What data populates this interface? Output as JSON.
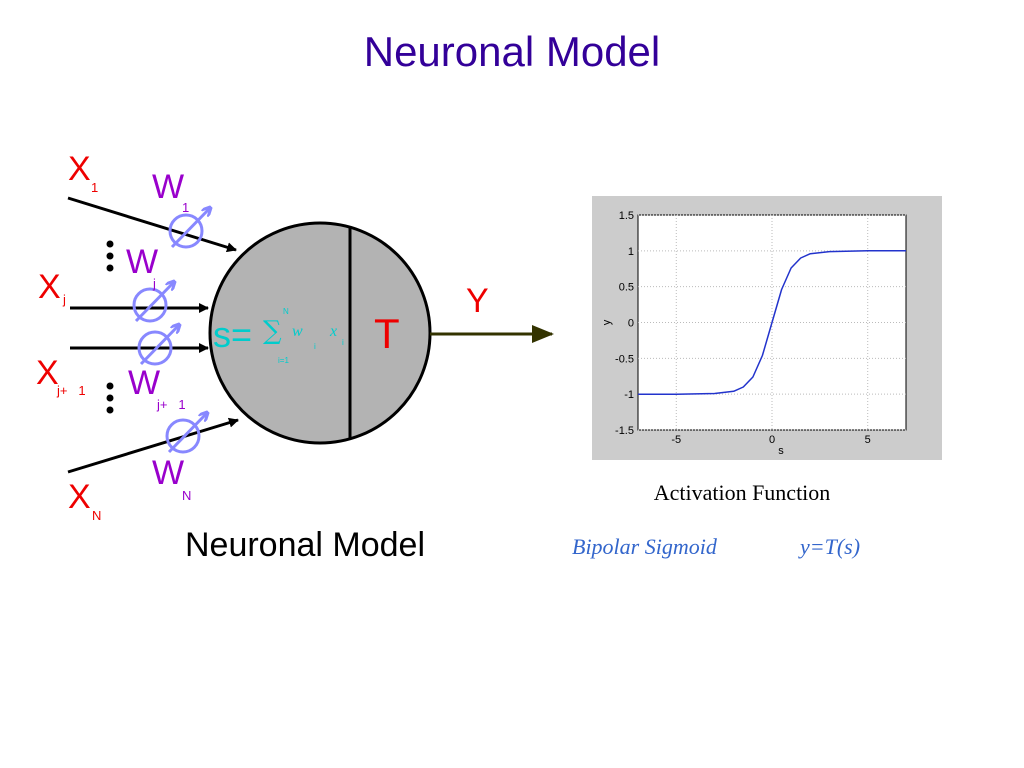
{
  "title": "Neuronal Model",
  "inputs": {
    "x1": "X",
    "x1_sub": "1",
    "xj": "X",
    "xj_sub": "j",
    "xj1": "X",
    "xj1_sub": "j+   1",
    "xn": "X",
    "xn_sub": "N"
  },
  "weights": {
    "w1": "W",
    "w1_sub": "1",
    "wj": "W",
    "wj_sub": "j",
    "wj1": "W",
    "wj1_sub": "j+   1",
    "wn": "W",
    "wn_sub": "N"
  },
  "neuron": {
    "s_label": "s=",
    "sum_symbol": "∑",
    "sum_upper": "N",
    "sum_lower": "i=1",
    "sum_term": "w",
    "sum_term_sub": "i",
    "sum_x": "x",
    "sum_x_sub": "i",
    "t_label": "T"
  },
  "output": {
    "y_label": "Y"
  },
  "colors": {
    "title": "#330099",
    "inputs": "#ee0000",
    "weights": "#9900cc",
    "weight_symbol": "#8888ff",
    "neuron_fill": "#b3b3b3",
    "sum_text": "#00cccc",
    "output_arrow": "#333300",
    "curve": "#2233cc",
    "caption_italic": "#3366cc"
  },
  "chart_data": {
    "type": "line",
    "xlabel": "s",
    "ylabel": "y",
    "xlim": [
      -7,
      7
    ],
    "ylim": [
      -1.5,
      1.5
    ],
    "xticks": [
      "-5",
      "0",
      "5"
    ],
    "yticks": [
      "1.5",
      "1",
      "0.5",
      "0",
      "-0.5",
      "-1",
      "-1.5"
    ],
    "grid": true,
    "function": "bipolar sigmoid",
    "x": [
      -7,
      -5,
      -3,
      -2,
      -1.5,
      -1,
      -0.5,
      0,
      0.5,
      1,
      1.5,
      2,
      3,
      5,
      7
    ],
    "y": [
      -1,
      -1,
      -0.99,
      -0.96,
      -0.9,
      -0.76,
      -0.46,
      0,
      0.46,
      0.76,
      0.9,
      0.96,
      0.99,
      1,
      1
    ]
  },
  "captions": {
    "activation": "Activation Function",
    "model": "Neuronal Model",
    "sigmoid_name": "Bipolar Sigmoid",
    "sigmoid_eq": "y=T(s)"
  }
}
